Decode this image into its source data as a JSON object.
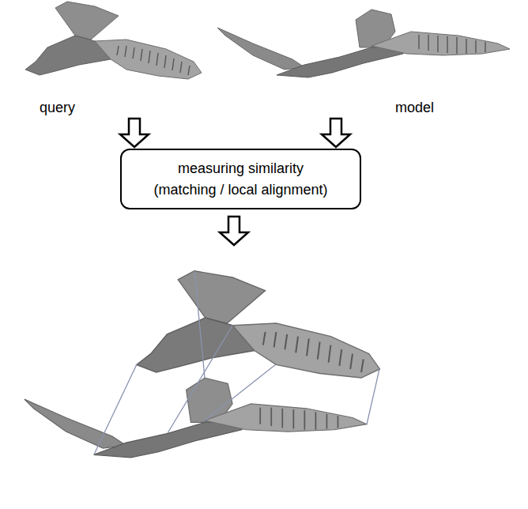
{
  "diagram": {
    "nodes": [
      {
        "text": [
          "measuring similarity (matching / local alignment)"
        ]
      }
    ],
    "labels": [
      "query",
      "model"
    ]
  }
}
